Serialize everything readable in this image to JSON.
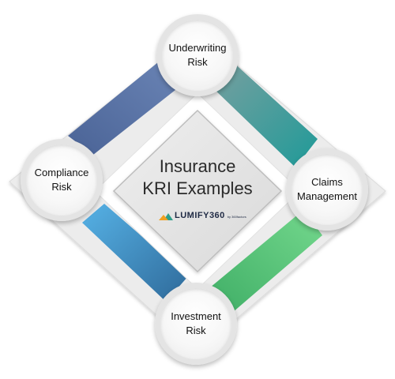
{
  "diagram": {
    "center_title": "Insurance\nKRI Examples",
    "logo_text": "LUMIFY360",
    "logo_subtext": "by 360factors",
    "nodes": [
      {
        "label": "Underwriting\nRisk"
      },
      {
        "label": "Claims\nManagement"
      },
      {
        "label": "Investment\nRisk"
      },
      {
        "label": "Compliance\nRisk"
      }
    ],
    "colors": {
      "top_left_band": "#5a74a6",
      "top_right_band": "#2a9a98",
      "bottom_right_band": "#5fc97a",
      "bottom_left_band": "#4aa4dc"
    },
    "icons": [
      "lumify-logo-icon"
    ]
  }
}
